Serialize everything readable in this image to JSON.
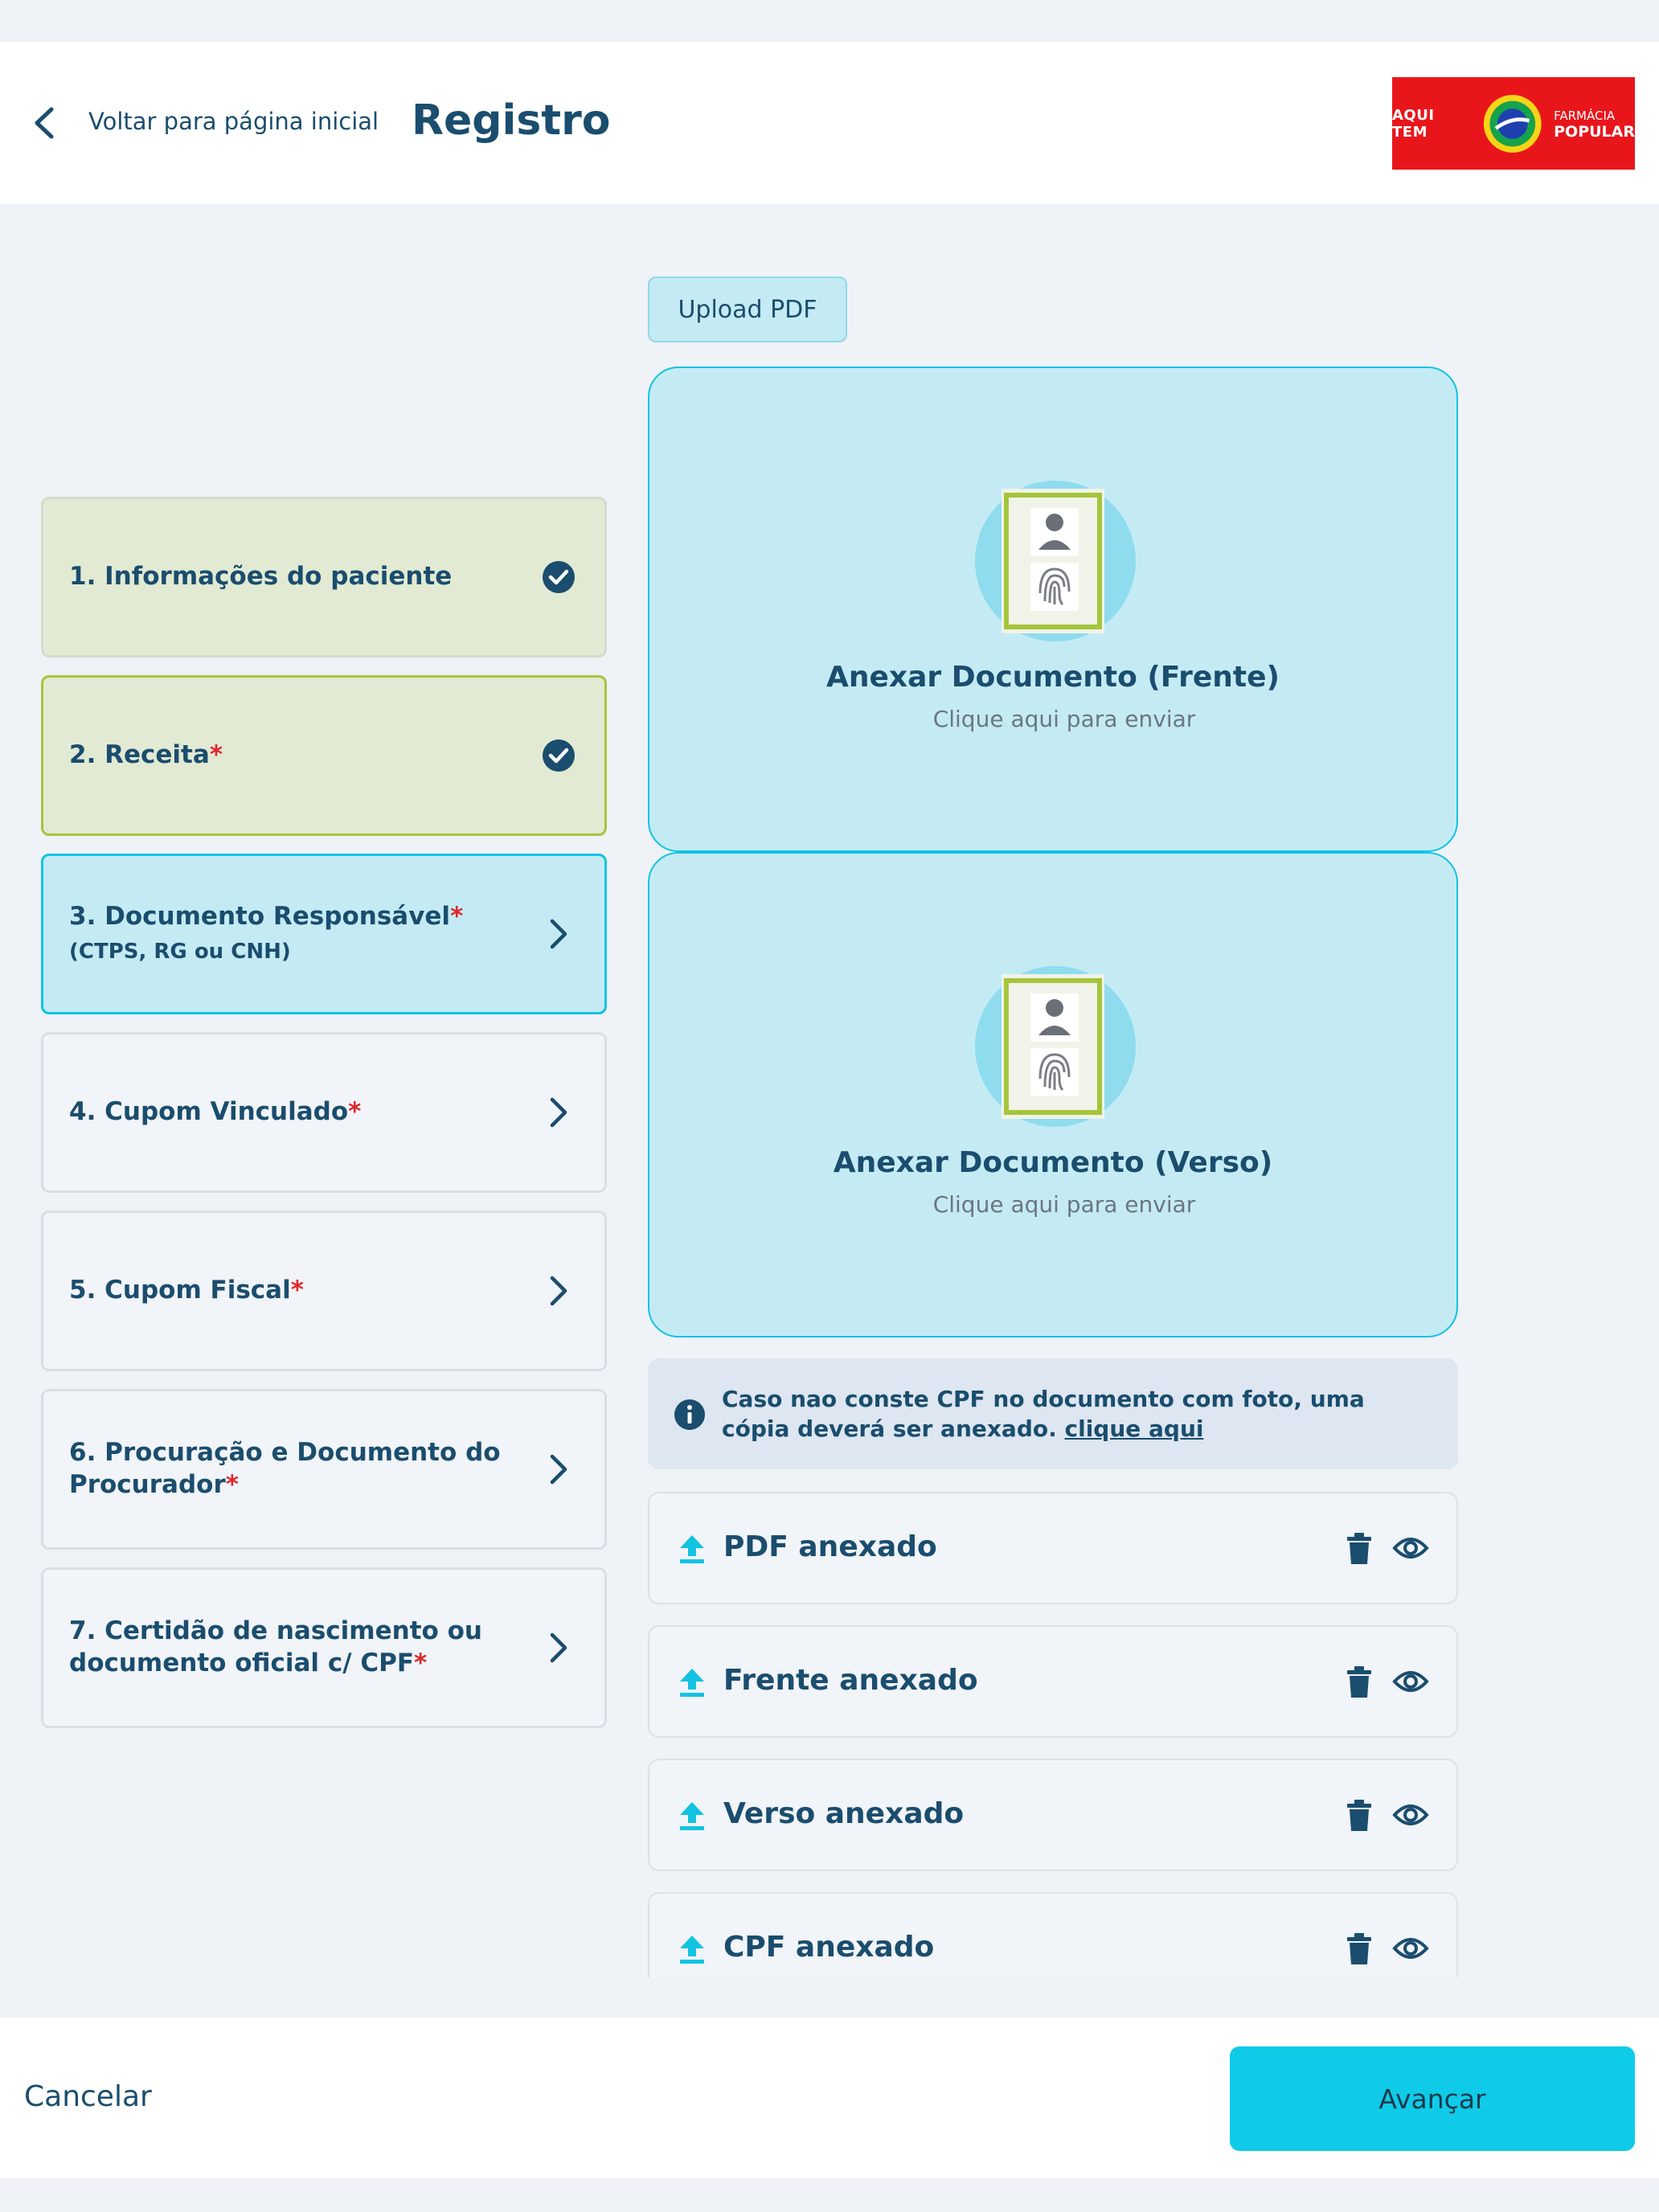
{
  "header": {
    "back_label": "Voltar para página inicial",
    "title": "Registro",
    "logo": {
      "left": "AQUI TEM",
      "right_top": "FARMÁCIA",
      "right_bottom": "POPULAR"
    }
  },
  "steps": [
    {
      "label": "1. Informações do paciente",
      "required": "",
      "extra": "",
      "state": "done",
      "icon": "check-circle-icon"
    },
    {
      "label": "2. Receita",
      "required": "*",
      "extra": "",
      "state": "done-active",
      "icon": "check-circle-icon"
    },
    {
      "label": "3. Documento Responsável",
      "required": "*",
      "extra": " (CTPS, RG ou CNH)",
      "state": "active",
      "icon": "chevron-right-icon"
    },
    {
      "label": "4. Cupom Vinculado",
      "required": "*",
      "extra": "",
      "state": "pending",
      "icon": "chevron-right-icon"
    },
    {
      "label": "5. Cupom Fiscal",
      "required": "*",
      "extra": "",
      "state": "pending",
      "icon": "chevron-right-icon"
    },
    {
      "label": "6. Procuração e Documento do Procurador",
      "required": "*",
      "extra": "",
      "state": "pending",
      "icon": "chevron-right-icon"
    },
    {
      "label": "7. Certidão de nascimento ou documento oficial c/ CPF",
      "required": "*",
      "extra": "",
      "state": "pending",
      "icon": "chevron-right-icon"
    }
  ],
  "upload_pdf_label": "Upload PDF",
  "dropzones": [
    {
      "title": "Anexar Documento (Frente)",
      "subtitle": "Clique aqui para enviar"
    },
    {
      "title": "Anexar Documento (Verso)",
      "subtitle": "Clique aqui para enviar"
    }
  ],
  "info": {
    "text": "Caso nao conste CPF no documento com foto, uma cópia deverá ser anexado.",
    "link": "clique aqui"
  },
  "attachments": [
    {
      "label": "PDF anexado"
    },
    {
      "label": "Frente anexado"
    },
    {
      "label": "Verso anexado"
    },
    {
      "label": "CPF anexado"
    }
  ],
  "footer": {
    "cancel_label": "Cancelar",
    "next_label": "Avançar"
  },
  "colors": {
    "primary": "#1a4d6e",
    "accent": "#0fcbe8",
    "done_bg": "#e2ead3",
    "done_border": "#a5c53b",
    "required": "#e0262a",
    "logo_red": "#e8161b"
  }
}
